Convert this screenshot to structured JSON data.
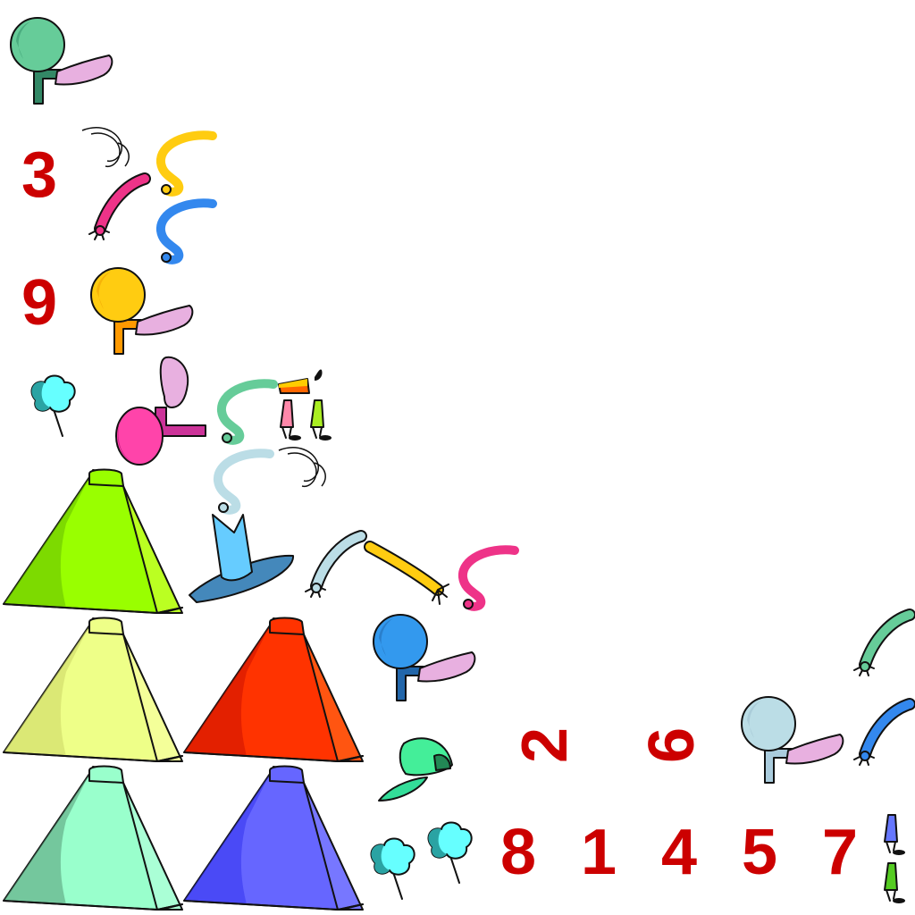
{
  "sheet": {
    "digits": {
      "d3": "3",
      "d9": "9",
      "d2": "2",
      "d6": "6",
      "d8": "8",
      "d1": "1",
      "d4": "4",
      "d5": "5",
      "d7": "7"
    },
    "colors": {
      "digit": "#cc0000",
      "pyramid_lime": "#99ff00",
      "pyramid_yellow": "#eeff88",
      "pyramid_red": "#ff3300",
      "pyramid_mint": "#99ffcc",
      "pyramid_blue": "#6666ff",
      "skin_pink": "#e8b0e0"
    },
    "icons": [
      "tree-character-green",
      "tree-character-orange",
      "tree-character-blue",
      "tree-character-lightblue",
      "arm-yellow",
      "arm-pink",
      "arm-blue",
      "arm-green",
      "arm-lightblue",
      "hair-curl",
      "flower-cyan",
      "pink-ball-character",
      "carrot-nose",
      "pyramid",
      "wizard-hat",
      "baseball-cap",
      "boot"
    ]
  }
}
